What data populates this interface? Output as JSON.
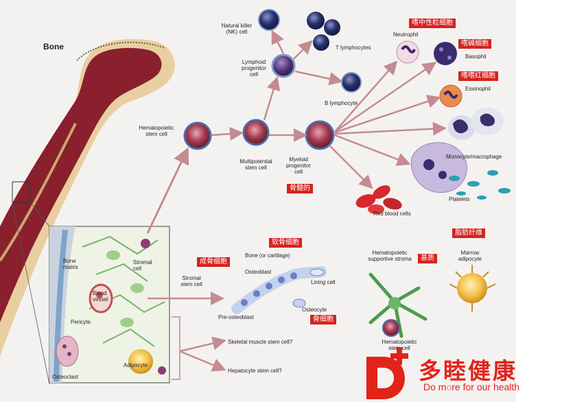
{
  "labels": {
    "bone": "Bone",
    "hsc": "Hematopoietic\nstem cell",
    "mpp": "Multipotential\nstem cell",
    "lymphoid": "Lymphoid\nprogenitor\ncell",
    "nk": "Natural killer\n(NK) cell",
    "t": "T lymphocytes",
    "b": "B lymphocyte",
    "myeloid": "Myeloid\nprogenitor\ncell",
    "neutrophil": "Neutrophil",
    "basophil": "Basophil",
    "eosinophil": "Eosinophil",
    "monocyte": "Monocyte/macrophage",
    "platelets": "Platelets",
    "rbc": "Red blood cells",
    "bone_matrix": "Bone\nmatrix",
    "stromal_cell": "Stromal\ncell",
    "blood_vessel": "Blood\nvessel",
    "pericyte": "Pericyte",
    "osteoclast": "Osteoclast",
    "adipocyte": "Adipocyte",
    "stromal_stem": "Stromal\nstem cell",
    "bone_cartilage": "Bone (or cartilage)",
    "osteoblast": "Osteoblast",
    "lining": "Lining cell",
    "osteocyte": "Osteocyte",
    "pre_osteoblast": "Pre-osteoblast",
    "supportive_stroma": "Hematopoietic\nsupportive stroma",
    "marrow_adipocyte": "Marrow\nadipocyte",
    "hsc2": "Hematopoietic\nstem cell",
    "skeletal": "Skeletal muscle stem cell?",
    "hepatocyte": "Hepatocyte stem cell?"
  },
  "cn_labels": {
    "neutrophil": "嗜中性粒细胞",
    "basophil": "嗜碱细胞",
    "eosinophil": "嗜嗜红细胞",
    "marrow": "骨髓的",
    "cartilage": "软骨细胞",
    "osteoblast": "成骨细胞",
    "stroma": "基质",
    "adipose": "脂肪纤维",
    "osteocyte": "骨细胞"
  },
  "brand": {
    "name_cn": "多睦健康",
    "slogan_lead": "Do m",
    "slogan_dim": "o",
    "slogan_rest": "re for our health"
  },
  "colors": {
    "red_label": "#d6221e",
    "brand_red": "#e2231a",
    "bone_tan": "#e9cfa0",
    "marrow": "#8a1f2d",
    "arrow": "#c48b91"
  }
}
